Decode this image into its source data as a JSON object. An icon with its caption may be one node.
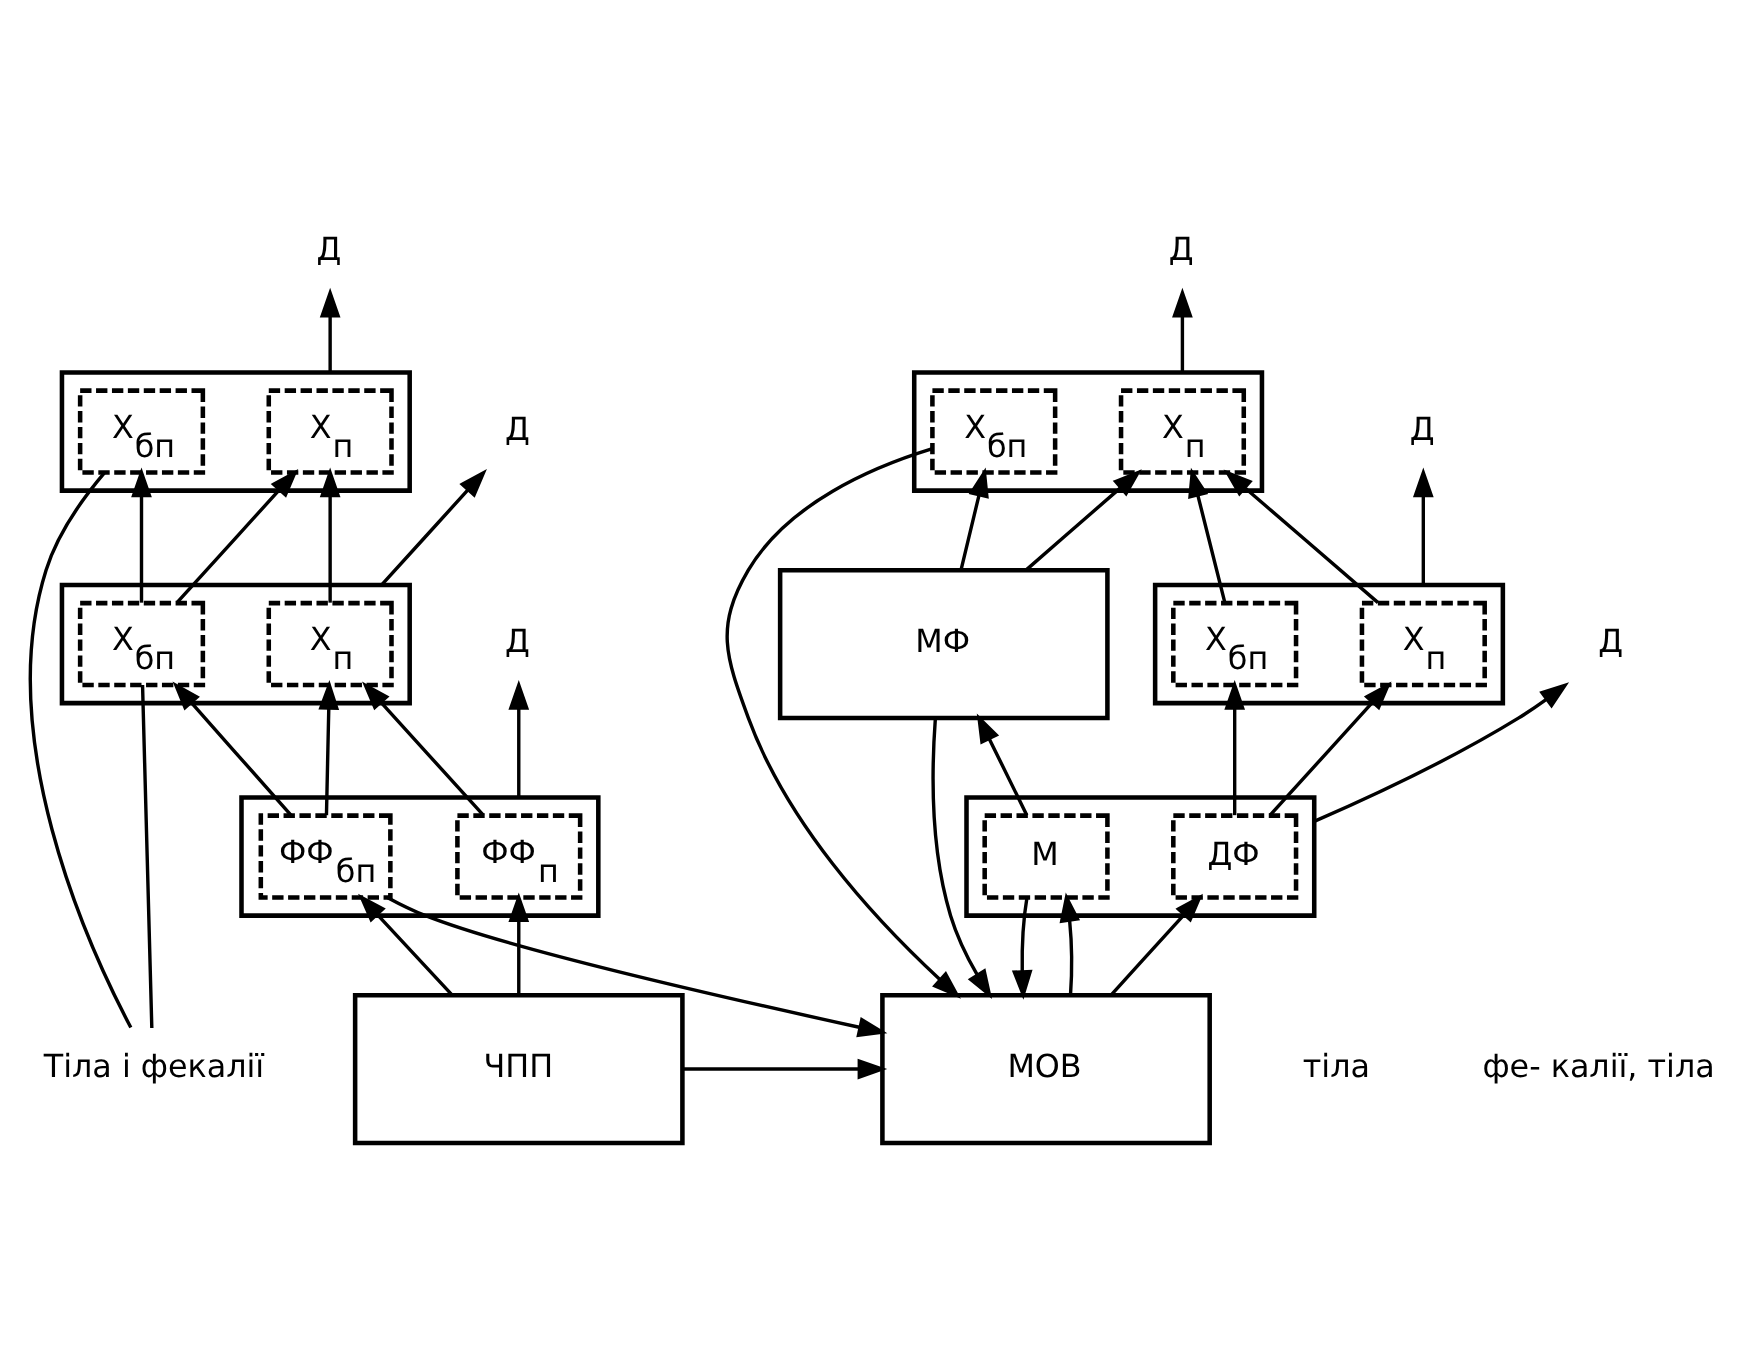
{
  "diagram": {
    "nodes": [
      {
        "text": [],
        "shape": "box"
      },
      {
        "text": [
          "Х$_{п}$"
        ],
        "in": 0
      },
      {
        "text": [
          "Х$_{бп}$"
        ],
        "in": 0
      },
      {
        "text": [],
        "shape": "box"
      },
      {
        "text": [
          "Х$_{п}$"
        ],
        "in": 3
      },
      {
        "text": [
          "Х$_{бп}$"
        ],
        "in": 3
      },
      {
        "text": [],
        "shape": "box"
      },
      {
        "text": [
          "ФФ$_{п}$"
        ],
        "in": 6
      },
      {
        "text": [
          "ФФ$_{бп}$"
        ],
        "in": 6
      },
      {
        "text": [
          "ЧПП"
        ]
      },
      {
        "text": [],
        "shape": "box"
      },
      {
        "text": [
          "Х$_{п}$"
        ],
        "in": 10
      },
      {
        "text": [
          "Х$_{бп}$"
        ],
        "in": 10
      },
      {
        "text": [],
        "shape": "box"
      },
      {
        "text": [
          "Х$_{п}$"
        ],
        "in": 13
      },
      {
        "text": [
          "Х$_{бп}$"
        ],
        "in": 13
      },
      {
        "text": [
          "МФ"
        ]
      },
      {
        "text": [],
        "shape": "box"
      },
      {
        "text": [
          "ДФ"
        ],
        "in": 17
      },
      {
        "text": [
          "М"
        ],
        "in": 17
      },
      {
        "text": [
          "МОВ"
        ]
      },
      {
        "text": [
          "Д"
        ]
      },
      {
        "text": [
          "Д"
        ]
      },
      {
        "text": [
          "Д"
        ]
      },
      {
        "text": [
          "Д"
        ]
      },
      {
        "text": [
          "Д"
        ]
      },
      {
        "text": [
          "Д"
        ]
      },
      {
        "text": [
          "Тіла і фекалії"
        ]
      }
    ],
    "edges": [
      {
        "from": 9,
        "to": 7,
        "arrow": "to"
      },
      {
        "from": 9,
        "to": 8,
        "arrow": "to"
      },
      {
        "from": 7,
        "to": 4,
        "arrow": "to"
      },
      {
        "from": 8,
        "to": 4,
        "arrow": "to"
      },
      {
        "from": 8,
        "to": 5,
        "arrow": "to"
      },
      {
        "from": 4,
        "to": 1,
        "arrow": "to"
      },
      {
        "from": 5,
        "to": 1,
        "arrow": "to"
      },
      {
        "from": 5,
        "to": 2,
        "arrow": "to"
      },
      {
        "from": 0,
        "to": 21,
        "arrow": "to"
      },
      {
        "from": 3,
        "to": 22,
        "arrow": "to"
      },
      {
        "from": 6,
        "to": 23,
        "arrow": "to"
      },
      {
        "from": 2,
        "to": 27,
        "arrow": "none"
      },
      {
        "from": 5,
        "to": 27,
        "arrow": "none"
      },
      {
        "from": 8,
        "to": 20,
        "arrow": "to"
      },
      {
        "from": 9,
        "to": 20,
        "arrow": "to"
      },
      {
        "from": 20,
        "to": 18,
        "arrow": "to"
      },
      {
        "from": 20,
        "to": 19,
        "arrow": "to"
      },
      {
        "from": 18,
        "to": 14,
        "arrow": "to"
      },
      {
        "from": 18,
        "to": 15,
        "arrow": "to"
      },
      {
        "from": 19,
        "to": 16,
        "arrow": "to"
      },
      {
        "from": 14,
        "to": 11,
        "arrow": "to"
      },
      {
        "from": 15,
        "to": 11,
        "arrow": "to"
      },
      {
        "from": 16,
        "to": 11,
        "arrow": "to"
      },
      {
        "from": 16,
        "to": 12,
        "arrow": "to"
      },
      {
        "from": 10,
        "to": 24,
        "arrow": "to"
      },
      {
        "from": 13,
        "to": 25,
        "arrow": "to"
      },
      {
        "from": 17,
        "to": 26,
        "arrow": "to"
      },
      {
        "from": 12,
        "to": 20,
        "arrow": "to"
      },
      {
        "from": 16,
        "to": 20,
        "arrow": "to"
      },
      {
        "from": 19,
        "to": 20,
        "arrow": "to"
      }
    ],
    "labels": [
      "тіла",
      "фе- калії, тіла"
    ]
  }
}
